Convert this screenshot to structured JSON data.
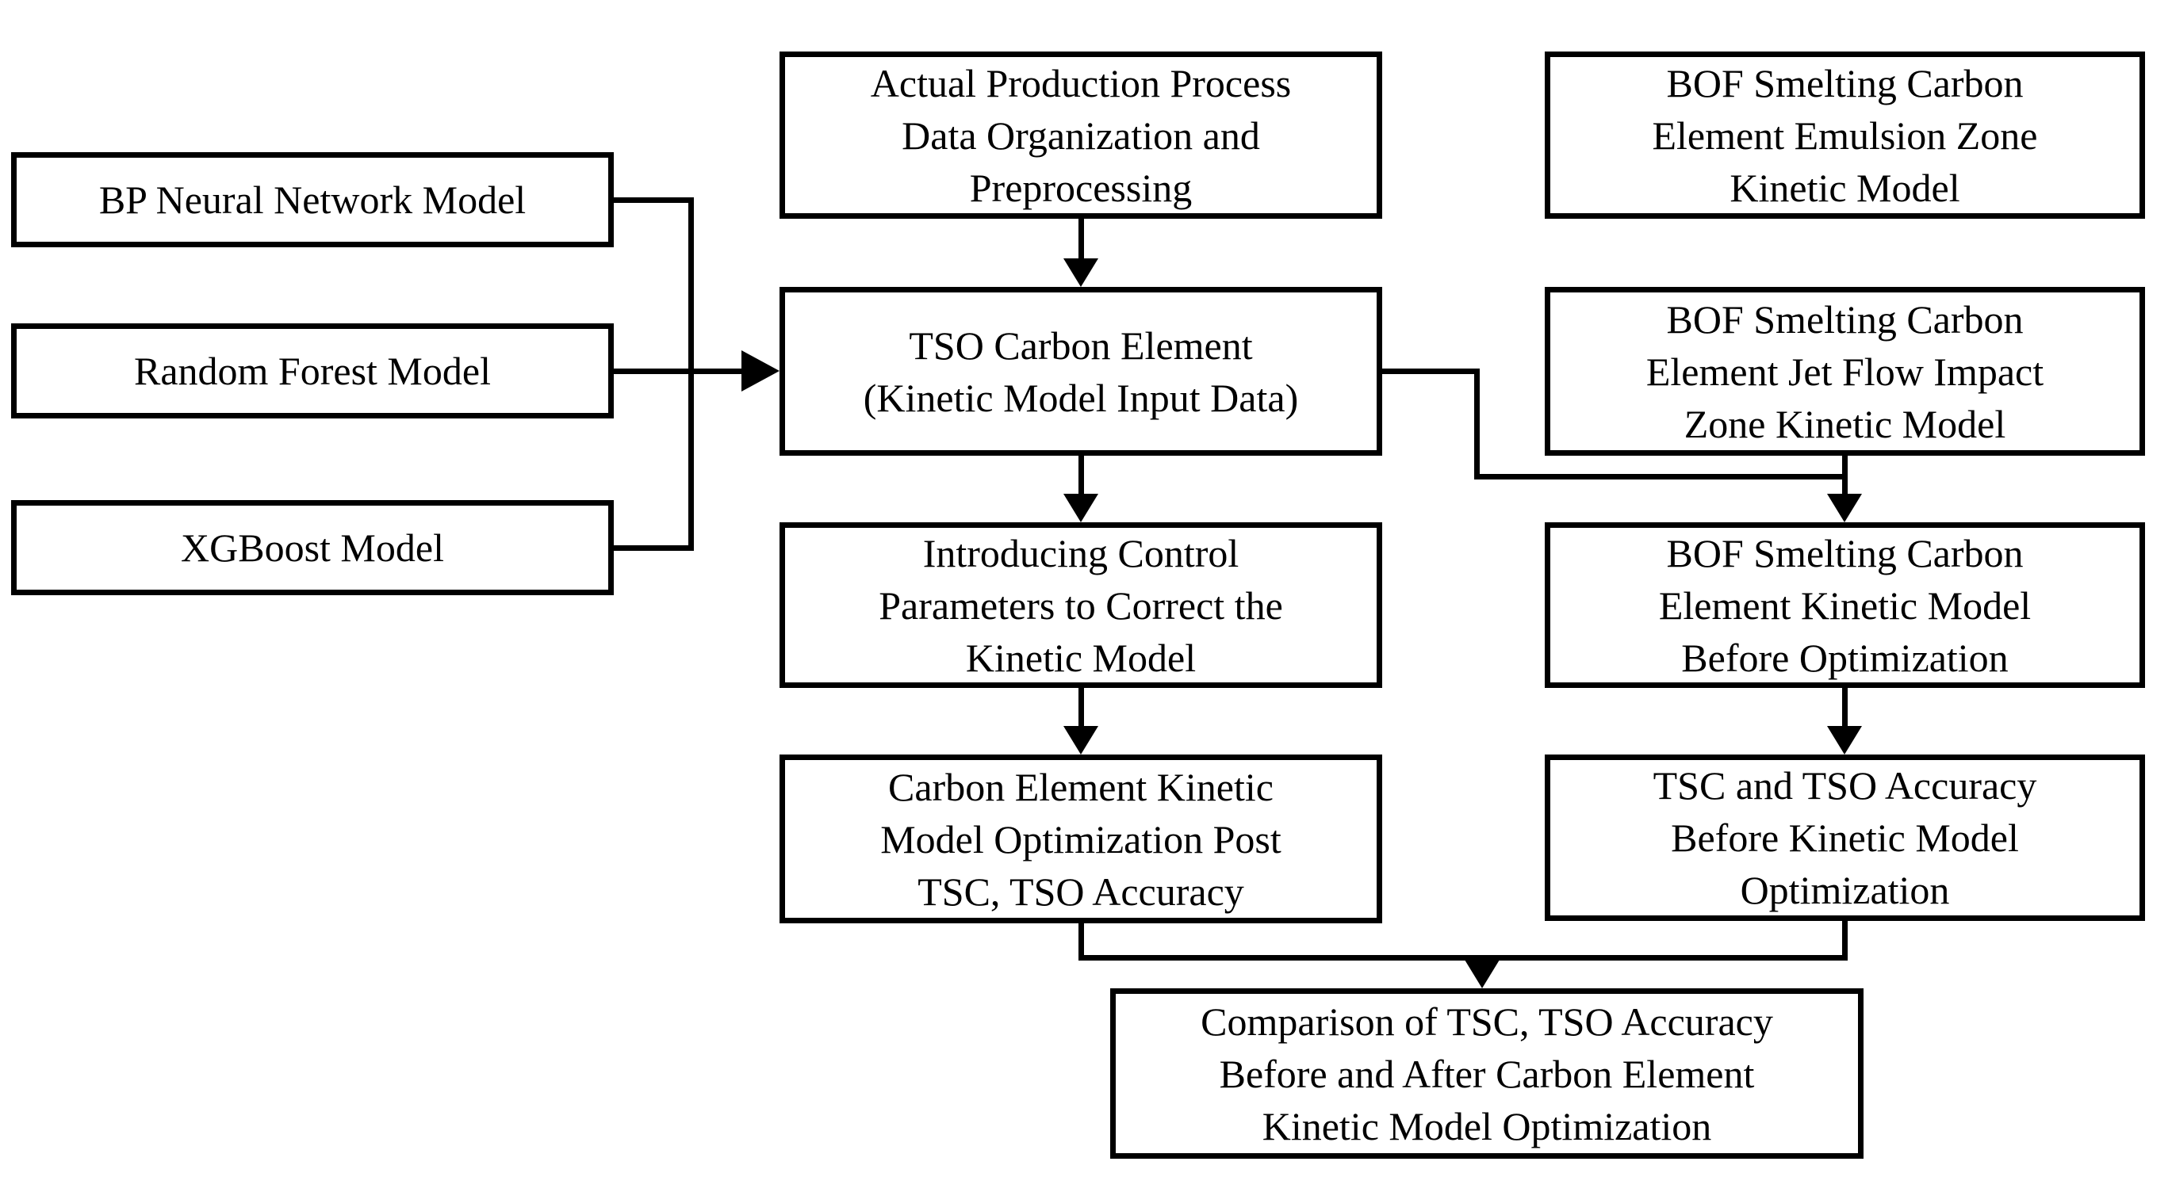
{
  "diagram": {
    "type": "flowchart",
    "colors": {
      "stroke": "#000000",
      "background": "#ffffff"
    },
    "nodes": {
      "bp": {
        "lines": [
          "BP Neural Network Model"
        ]
      },
      "rf": {
        "lines": [
          "Random Forest Model"
        ]
      },
      "xgb": {
        "lines": [
          "XGBoost Model"
        ]
      },
      "ap": {
        "lines": [
          "Actual Production Process",
          "Data Organization and",
          "Preprocessing"
        ]
      },
      "tso": {
        "lines": [
          "TSO Carbon Element",
          "(Kinetic Model Input Data)"
        ]
      },
      "intro": {
        "lines": [
          "Introducing Control",
          "Parameters to Correct the",
          "Kinetic Model"
        ]
      },
      "carbon_post": {
        "lines": [
          "Carbon Element Kinetic",
          "Model Optimization Post",
          "TSC, TSO Accuracy"
        ]
      },
      "emulsion": {
        "lines": [
          "BOF Smelting Carbon",
          "Element Emulsion Zone",
          "Kinetic Model"
        ]
      },
      "jet": {
        "lines": [
          "BOF Smelting Carbon",
          "Element Jet Flow Impact",
          "Zone Kinetic Model"
        ]
      },
      "before_opt": {
        "lines": [
          "BOF Smelting Carbon",
          "Element Kinetic Model",
          "Before Optimization"
        ]
      },
      "tsc_before": {
        "lines": [
          "TSC and TSO Accuracy",
          "Before Kinetic Model",
          "Optimization"
        ]
      },
      "comparison": {
        "lines": [
          "Comparison of TSC, TSO Accuracy",
          "Before and After Carbon Element",
          "Kinetic Model Optimization"
        ]
      }
    }
  }
}
